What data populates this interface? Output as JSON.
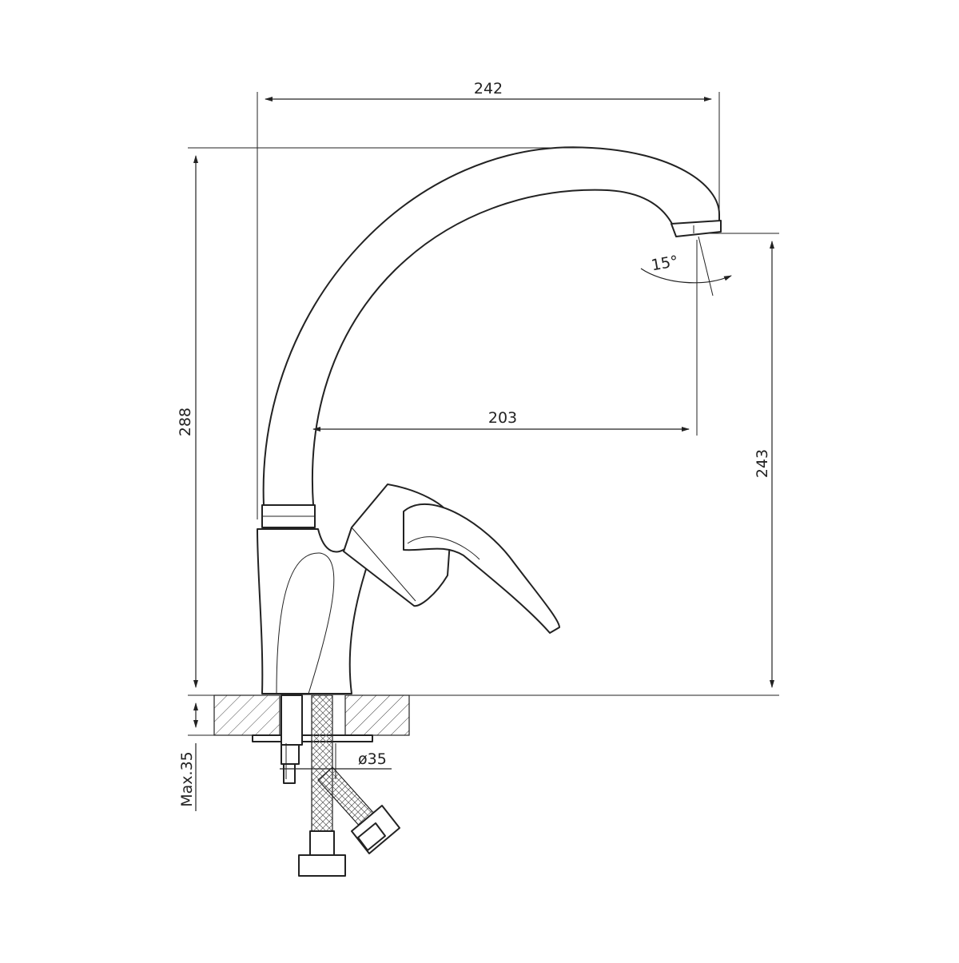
{
  "dimensions": {
    "spout_reach_total": "242",
    "height_total": "288",
    "spout_reach_axis": "203",
    "spout_outlet_height": "243",
    "spout_angle": "15°",
    "mounting_hole": "ø35",
    "max_counter_thickness": "Max.35"
  },
  "colors": {
    "line": "#222222",
    "background": "#ffffff"
  }
}
